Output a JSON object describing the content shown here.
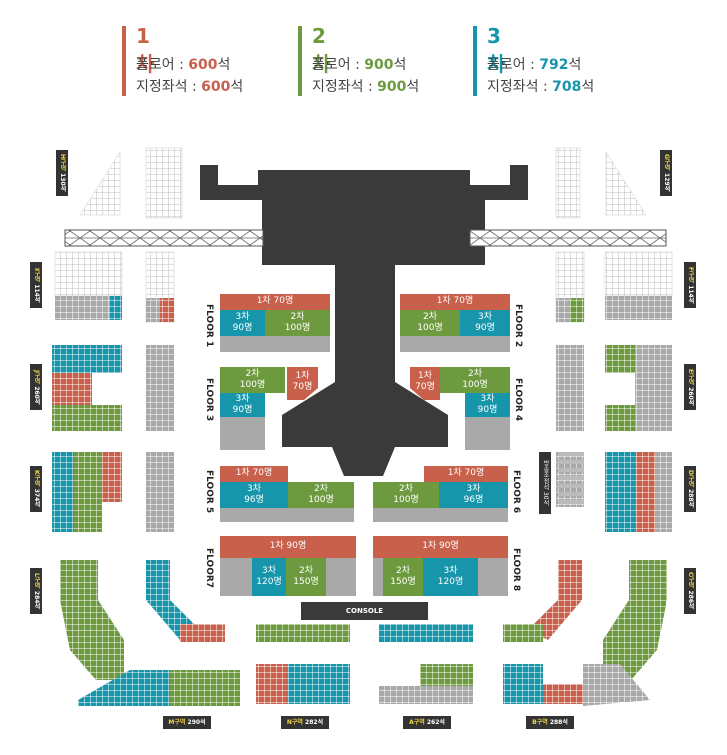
{
  "legend": [
    {
      "phase": "1차",
      "floor_label": "플로어 : ",
      "floor_value": "600",
      "seat_label": "지정좌석 : ",
      "seat_value": "600",
      "unit": "석",
      "color": "#c9604b"
    },
    {
      "phase": "2차",
      "floor_label": "플로어 : ",
      "floor_value": "900",
      "seat_label": "지정좌석 : ",
      "seat_value": "900",
      "unit": "석",
      "color": "#6e9a3f"
    },
    {
      "phase": "3차",
      "floor_label": "플로어 : ",
      "floor_value": "792",
      "seat_label": "지정좌석 : ",
      "seat_value": "708",
      "unit": "석",
      "color": "#1796ab"
    }
  ],
  "colors": {
    "phase1": "#c9604b",
    "phase2": "#6e9a3f",
    "phase3": "#1796ab",
    "aisle": "#a9a9a9",
    "stage": "#3a3a3a"
  },
  "floors": {
    "f1": {
      "label": "FLOOR 1",
      "c1": "1차 70명",
      "c3a": "3차",
      "c3b": "90명",
      "c2a": "2차",
      "c2b": "100명"
    },
    "f2": {
      "label": "FLOOR 2",
      "c1": "1차 70명",
      "c2a": "2차",
      "c2b": "100명",
      "c3a": "3차",
      "c3b": "90명"
    },
    "f3": {
      "label": "FLOOR 3",
      "c2a": "2차",
      "c2b": "100명",
      "c1a": "1차",
      "c1b": "70명",
      "c3a": "3차",
      "c3b": "90명"
    },
    "f4": {
      "label": "FLOOR 4",
      "c1a": "1차",
      "c1b": "70명",
      "c2a": "2차",
      "c2b": "100명",
      "c3a": "3차",
      "c3b": "90명"
    },
    "f5": {
      "label": "FLOOR 5",
      "c1": "1차 70명",
      "c3a": "3차",
      "c3b": "96명",
      "c2a": "2차",
      "c2b": "100명"
    },
    "f6": {
      "label": "FLOOR 6",
      "c1": "1차 70명",
      "c2a": "2차",
      "c2b": "100명",
      "c3a": "3차",
      "c3b": "96명"
    },
    "f7": {
      "label": "FLOOR7",
      "c1": "1차 90명",
      "c3a": "3차",
      "c3b": "120명",
      "c2a": "2차",
      "c2b": "150명"
    },
    "f8": {
      "label": "FLOOR 8",
      "c1": "1차 90명",
      "c2a": "2차",
      "c2b": "150명",
      "c3a": "3차",
      "c3b": "120명"
    }
  },
  "console": "CONSOLE",
  "mixer": "방송조정석 30석",
  "sections": {
    "h": {
      "code": "H구역",
      "seats": "130석"
    },
    "g": {
      "code": "G구역",
      "seats": "129석"
    },
    "i": {
      "code": "I구역",
      "seats": "114석"
    },
    "f": {
      "code": "F구역",
      "seats": "114석"
    },
    "j": {
      "code": "J구역",
      "seats": "260석"
    },
    "e": {
      "code": "E구역",
      "seats": "260석"
    },
    "k": {
      "code": "K구역",
      "seats": "374석"
    },
    "d": {
      "code": "D구역",
      "seats": "288석"
    },
    "l": {
      "code": "L구역",
      "seats": "284석"
    },
    "c": {
      "code": "C구역",
      "seats": "286석"
    },
    "m": {
      "code": "M구역",
      "seats": "290석"
    },
    "n": {
      "code": "N구역",
      "seats": "282석"
    },
    "a": {
      "code": "A구역",
      "seats": "262석"
    },
    "b": {
      "code": "B구역",
      "seats": "288석"
    }
  }
}
